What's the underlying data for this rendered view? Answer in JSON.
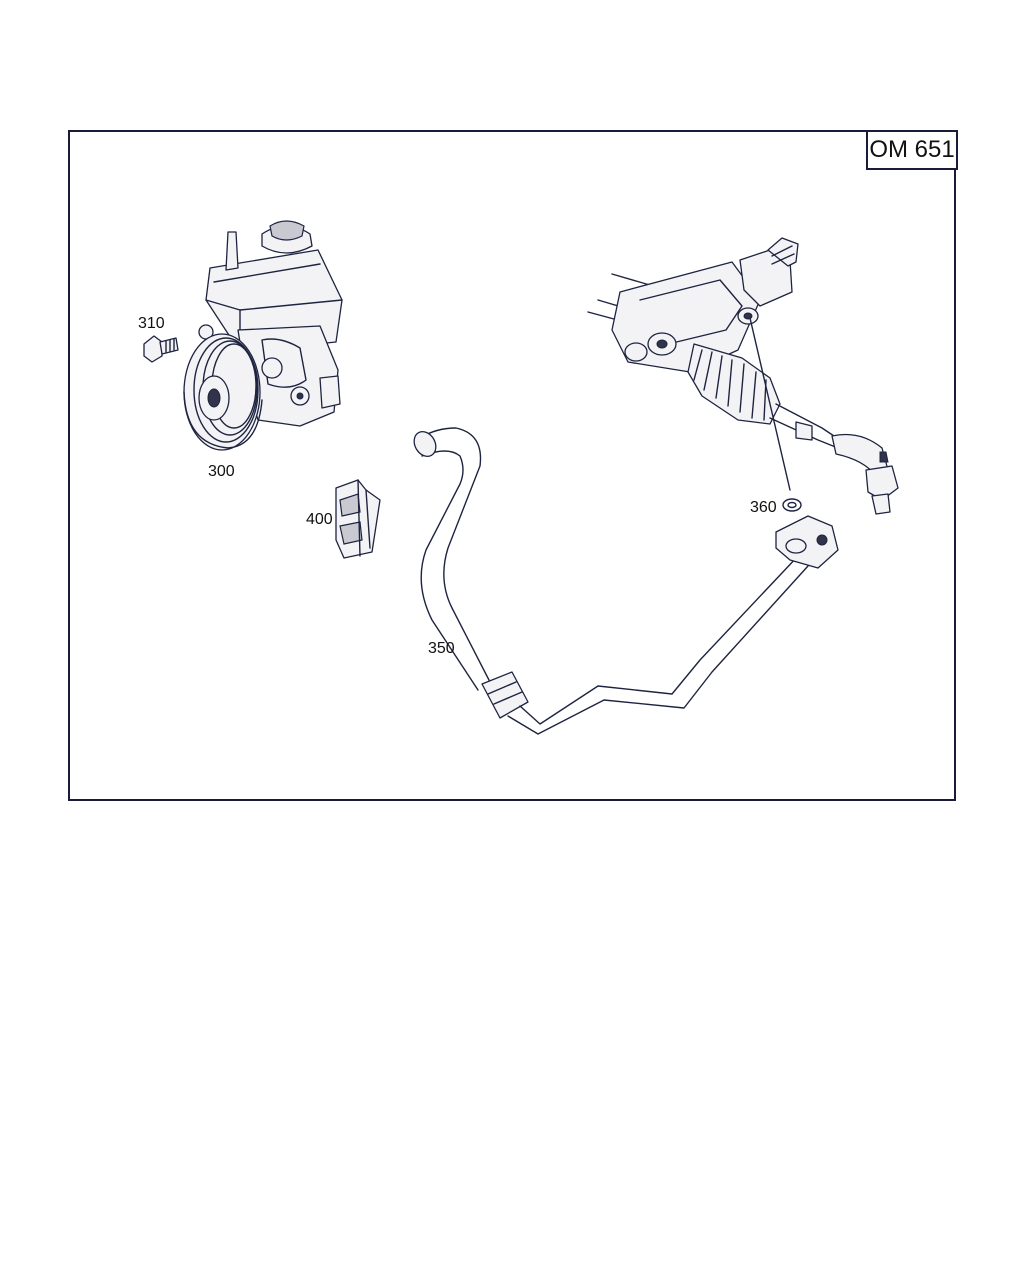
{
  "engine_code": "OM 651",
  "callouts": {
    "p300": "300",
    "p310": "310",
    "p350": "350",
    "p360": "360",
    "p400": "400"
  },
  "colors": {
    "line": "#1e2440",
    "frame": "#1a1a3a"
  }
}
